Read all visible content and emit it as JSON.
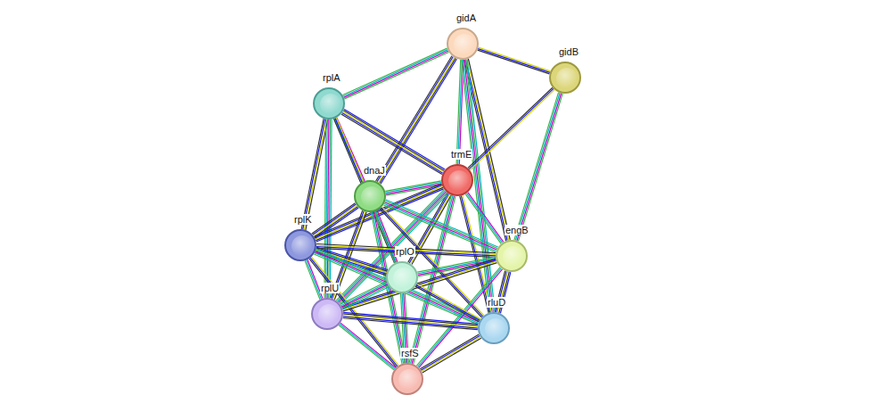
{
  "diagram": {
    "nodes": [
      {
        "text": [
          "gidA"
        ]
      },
      {
        "text": [
          "gidB"
        ]
      },
      {
        "text": [
          "rplA"
        ]
      },
      {
        "text": [
          "trmE"
        ]
      },
      {
        "text": [
          "dnaJ"
        ]
      },
      {
        "text": [
          "rplK"
        ]
      },
      {
        "text": [
          "engB"
        ]
      },
      {
        "text": [
          "rplO"
        ]
      },
      {
        "text": [
          "rplU"
        ]
      },
      {
        "text": [
          "rluD"
        ]
      },
      {
        "text": [
          "rsfS"
        ]
      }
    ],
    "edges": [
      {
        "from": 0,
        "to": 1,
        "arrow": "none"
      },
      {
        "from": 0,
        "to": 2,
        "arrow": "none"
      },
      {
        "from": 0,
        "to": 4,
        "arrow": "none"
      },
      {
        "from": 0,
        "to": 3,
        "arrow": "none"
      },
      {
        "from": 0,
        "to": 6,
        "arrow": "none"
      },
      {
        "from": 0,
        "to": 9,
        "arrow": "none"
      },
      {
        "from": 1,
        "to": 3,
        "arrow": "none"
      },
      {
        "from": 1,
        "to": 6,
        "arrow": "none"
      },
      {
        "from": 2,
        "to": 3,
        "arrow": "none"
      },
      {
        "from": 2,
        "to": 4,
        "arrow": "none"
      },
      {
        "from": 2,
        "to": 5,
        "arrow": "none"
      },
      {
        "from": 2,
        "to": 8,
        "arrow": "none"
      },
      {
        "from": 2,
        "to": 7,
        "arrow": "none"
      },
      {
        "from": 3,
        "to": 4,
        "arrow": "none"
      },
      {
        "from": 3,
        "to": 5,
        "arrow": "none"
      },
      {
        "from": 3,
        "to": 6,
        "arrow": "none"
      },
      {
        "from": 3,
        "to": 7,
        "arrow": "none"
      },
      {
        "from": 3,
        "to": 8,
        "arrow": "none"
      },
      {
        "from": 3,
        "to": 9,
        "arrow": "none"
      },
      {
        "from": 3,
        "to": 10,
        "arrow": "none"
      },
      {
        "from": 4,
        "to": 5,
        "arrow": "none"
      },
      {
        "from": 4,
        "to": 7,
        "arrow": "none"
      },
      {
        "from": 4,
        "to": 8,
        "arrow": "none"
      },
      {
        "from": 4,
        "to": 6,
        "arrow": "none"
      },
      {
        "from": 4,
        "to": 9,
        "arrow": "none"
      },
      {
        "from": 4,
        "to": 10,
        "arrow": "none"
      },
      {
        "from": 5,
        "to": 7,
        "arrow": "none"
      },
      {
        "from": 5,
        "to": 8,
        "arrow": "none"
      },
      {
        "from": 5,
        "to": 6,
        "arrow": "none"
      },
      {
        "from": 5,
        "to": 9,
        "arrow": "none"
      },
      {
        "from": 5,
        "to": 10,
        "arrow": "none"
      },
      {
        "from": 6,
        "to": 7,
        "arrow": "none"
      },
      {
        "from": 6,
        "to": 9,
        "arrow": "none"
      },
      {
        "from": 6,
        "to": 10,
        "arrow": "none"
      },
      {
        "from": 6,
        "to": 8,
        "arrow": "none"
      },
      {
        "from": 7,
        "to": 8,
        "arrow": "none"
      },
      {
        "from": 7,
        "to": 9,
        "arrow": "none"
      },
      {
        "from": 7,
        "to": 10,
        "arrow": "none"
      },
      {
        "from": 8,
        "to": 9,
        "arrow": "none"
      },
      {
        "from": 8,
        "to": 10,
        "arrow": "none"
      },
      {
        "from": 9,
        "to": 10,
        "arrow": "none"
      }
    ]
  }
}
